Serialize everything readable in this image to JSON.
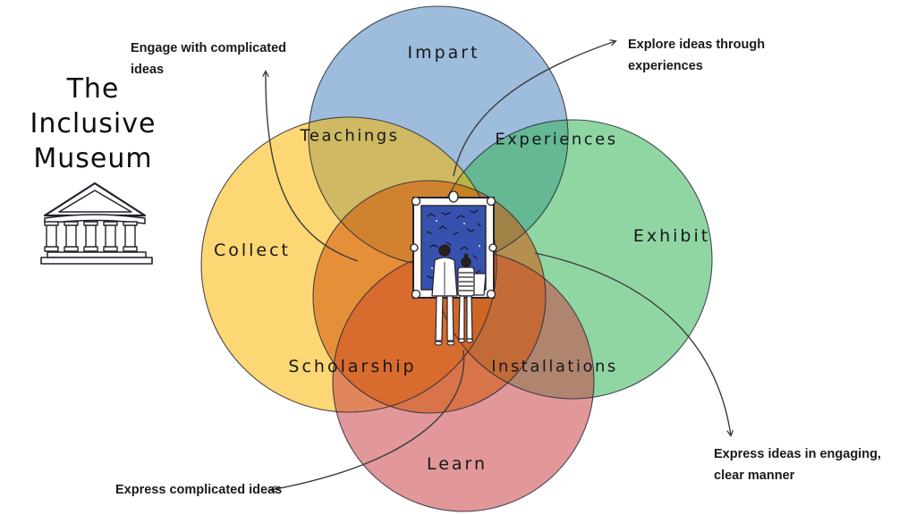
{
  "title": {
    "lines": [
      "The",
      "Inclusive",
      "Museum"
    ]
  },
  "venn": {
    "sets": [
      {
        "label": "Impart",
        "region_color": "#9ebcdc"
      },
      {
        "label": "Collect",
        "region_color": "#fcd75c"
      },
      {
        "label": "Exhibit",
        "region_color": "#90d6a3"
      },
      {
        "label": "Learn",
        "region_color": "#e2989a"
      }
    ],
    "intersections": [
      {
        "label": "Teachings",
        "between": [
          "Impart",
          "Collect"
        ],
        "region_color": "#bfb156"
      },
      {
        "label": "Experiences",
        "between": [
          "Impart",
          "Exhibit"
        ],
        "region_color": "#52ad9c"
      },
      {
        "label": "Scholarship",
        "between": [
          "Collect",
          "Learn"
        ],
        "region_color": "#e08138"
      },
      {
        "label": "Installations",
        "between": [
          "Exhibit",
          "Learn"
        ],
        "region_color": "#9d7e72"
      }
    ],
    "center_region_color": "#c06a28"
  },
  "annotations": [
    {
      "text": "Engage with complicated ideas"
    },
    {
      "text": "Explore ideas through experiences"
    },
    {
      "text": "Express ideas in engaging, clear manner"
    },
    {
      "text": "Express complicated ideas"
    }
  ],
  "illustrations": [
    {
      "name": "museum-building-icon"
    },
    {
      "name": "painting-viewers-illustration"
    }
  ]
}
